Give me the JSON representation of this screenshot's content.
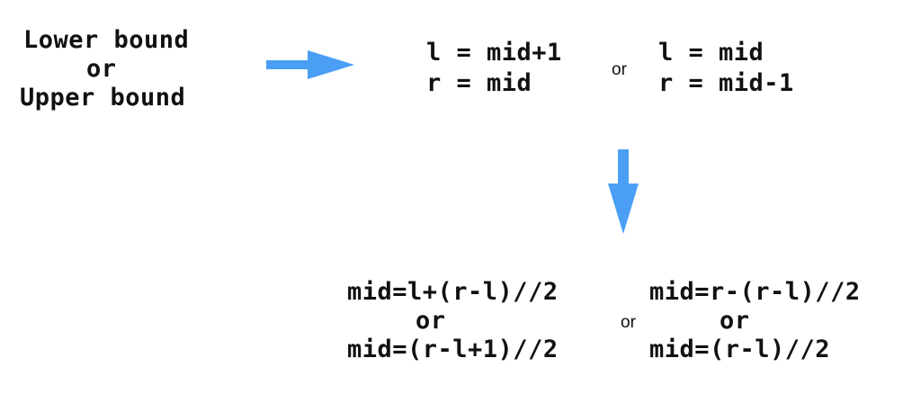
{
  "colors": {
    "arrow": "#4a9ff5",
    "text": "#111111",
    "background": "#ffffff"
  },
  "bound_choice": {
    "line1": "Lower bound",
    "line2": "or",
    "line3": "Upper bound"
  },
  "update_rules": {
    "left_option": {
      "line1": "l = mid+1",
      "line2": "r = mid"
    },
    "separator": "or",
    "right_option": {
      "line1": "l = mid",
      "line2": "r = mid-1"
    }
  },
  "mid_formulas": {
    "left_option": {
      "line1": "mid=l+(r-l)//2",
      "line2": "or",
      "line3": "mid=(r-l+1)//2"
    },
    "separator": "or",
    "right_option": {
      "line1": "mid=r-(r-l)//2",
      "line2": "or",
      "line3": "mid=(r-l)//2"
    }
  }
}
